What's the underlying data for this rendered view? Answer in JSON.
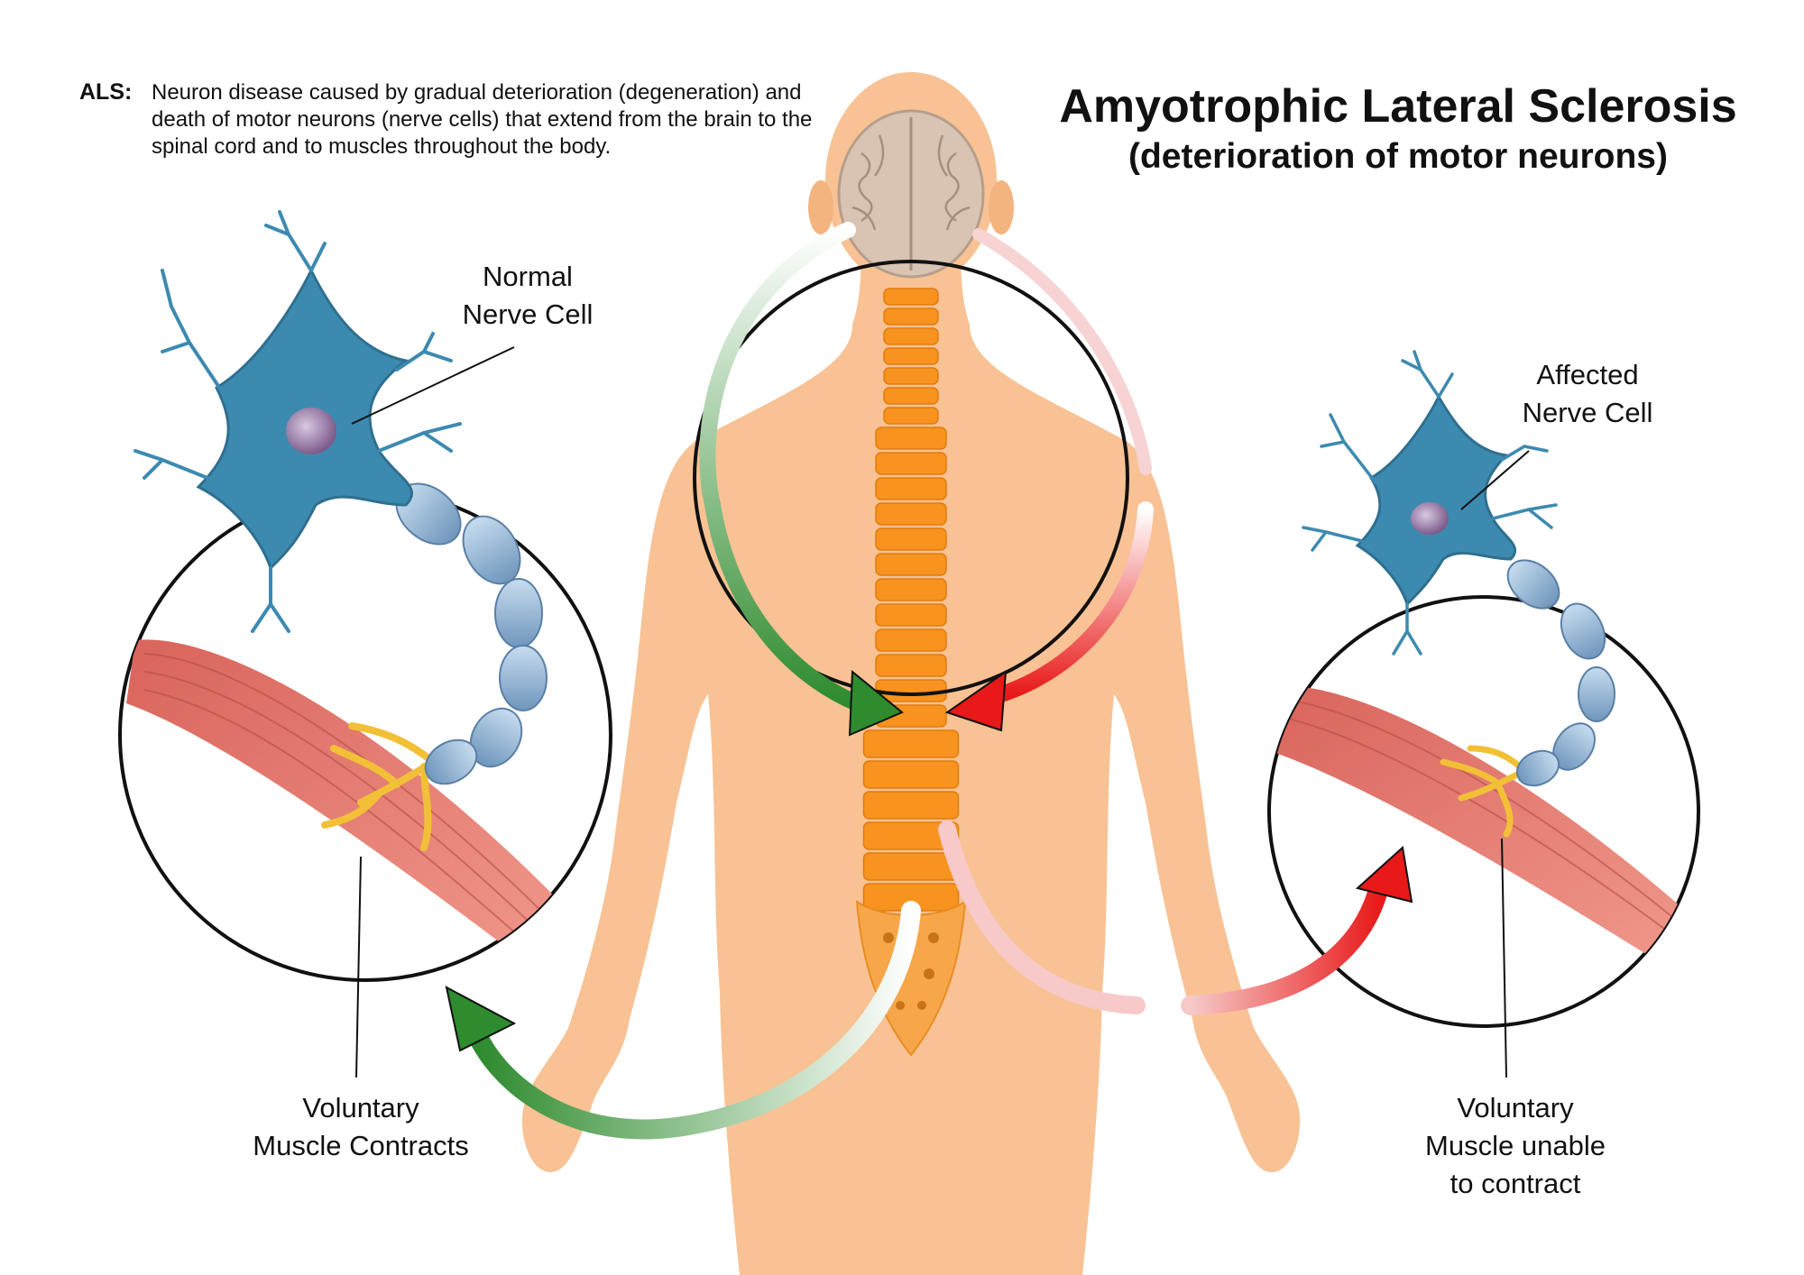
{
  "header": {
    "als_tag": "ALS:",
    "als_definition": "Neuron disease caused by gradual deterioration (degeneration) and death of motor neurons (nerve cells) that extend from the brain to the spinal cord and to muscles throughout the body.",
    "title": "Amyotrophic Lateral Sclerosis",
    "subtitle": "(deterioration of motor neurons)"
  },
  "labels": {
    "normal_line1": "Normal",
    "normal_line2": "Nerve Cell",
    "affected_line1": "Affected",
    "affected_line2": "Nerve Cell",
    "contract_line1": "Voluntary",
    "contract_line2": "Muscle Contracts",
    "unable_line1": "Voluntary",
    "unable_line2": "Muscle unable",
    "unable_line3": "to contract"
  },
  "colors": {
    "skin": "#f8c294",
    "spine": "#f7931e",
    "neuron": "#3d8ab0",
    "nucleus": "#8a6a96",
    "muscle": "#e58077",
    "nerve_ending": "#f2c037",
    "myelin": "#8fb2d2",
    "arrow_green": "#2e8b2e",
    "arrow_red": "#e81919",
    "brain": "#d9c4b4"
  },
  "icons": [
    "body-silhouette",
    "brain",
    "spine",
    "neuron-cell",
    "muscle-fiber",
    "curved-arrow"
  ]
}
